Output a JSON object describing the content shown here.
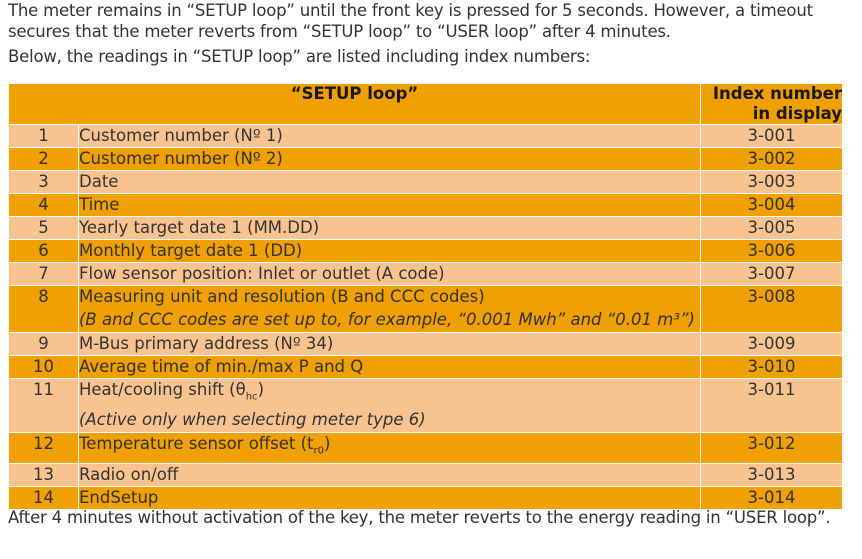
{
  "intro": {
    "paragraph1": "The meter remains in “SETUP loop” until the front key is pressed for 5 seconds. However, a timeout secures that the meter reverts from “SETUP loop” to “USER loop” after 4 minutes.",
    "paragraph2": "Below, the readings in “SETUP loop” are listed including index numbers:"
  },
  "table": {
    "header_title": "“SETUP loop”",
    "header_index": "Index number in display",
    "rows": [
      {
        "num": "1",
        "desc": "Customer number (Nº 1)",
        "index": "3-001"
      },
      {
        "num": "2",
        "desc": "Customer number (Nº 2)",
        "index": "3-002"
      },
      {
        "num": "3",
        "desc": "Date",
        "index": "3-003"
      },
      {
        "num": "4",
        "desc": "Time",
        "index": "3-004"
      },
      {
        "num": "5",
        "desc": "Yearly target date 1 (MM.DD)",
        "index": "3-005"
      },
      {
        "num": "6",
        "desc": "Monthly target date 1 (DD)",
        "index": "3-006"
      },
      {
        "num": "7",
        "desc": "Flow sensor position: Inlet or outlet (A code)",
        "index": "3-007"
      },
      {
        "num": "8",
        "desc": "Measuring unit and resolution (B  and CCC codes)",
        "note": "(B and CCC codes are set up to, for example, “0.001 Mwh” and “0.01 m³”)",
        "index": "3-008"
      },
      {
        "num": "9",
        "desc": "M-Bus primary address (Nº 34)",
        "index": "3-009"
      },
      {
        "num": "10",
        "desc": "Average time of min./max P and Q",
        "index": "3-010"
      },
      {
        "num": "11",
        "desc_main": "Heat/cooling shift (θ",
        "desc_sub": "hc",
        "desc_tail": ")",
        "note": "(Active only when selecting meter type 6)",
        "index": "3-011"
      },
      {
        "num": "12",
        "desc_main": "Temperature sensor offset (t",
        "desc_sub": "r0",
        "desc_tail": ")",
        "index": "3-012"
      },
      {
        "num": "13",
        "desc": "Radio on/off",
        "index": "3-013"
      },
      {
        "num": "14",
        "desc": "EndSetup",
        "index": "3-014"
      }
    ]
  },
  "outro": "After 4 minutes without activation of the key, the meter reverts to the energy reading in “USER loop”."
}
